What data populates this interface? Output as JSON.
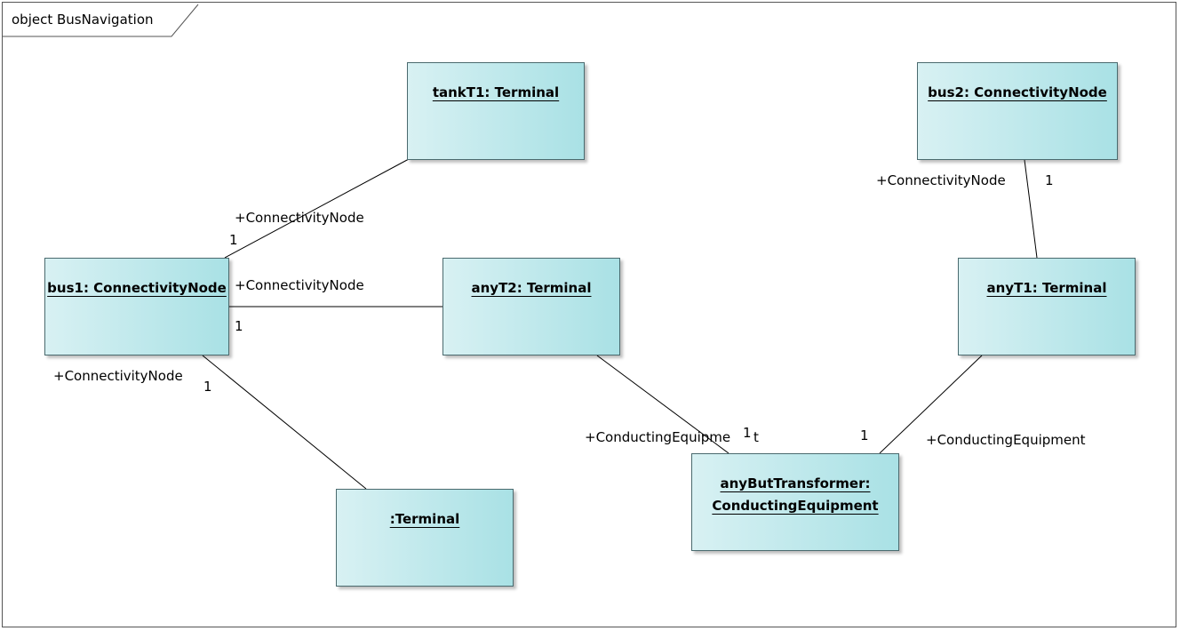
{
  "frame": {
    "title": "object BusNavigation"
  },
  "nodes": {
    "tankT1": {
      "title": "tankT1: Terminal"
    },
    "bus2": {
      "title": "bus2: ConnectivityNode"
    },
    "bus1": {
      "title": "bus1: ConnectivityNode"
    },
    "anyT2": {
      "title": "anyT2: Terminal"
    },
    "anyT1": {
      "title": "anyT1: Terminal"
    },
    "terminal": {
      "title": ":Terminal"
    },
    "anyBut": {
      "title_line1": "anyButTransformer:",
      "title_line2": "ConductingEquipment"
    }
  },
  "labels": {
    "tank_role": "+ConnectivityNode",
    "tank_mult": "1",
    "bus2_role": "+ConnectivityNode",
    "bus2_mult": "1",
    "anyT2_role": "+ConnectivityNode",
    "anyT2_mult": "1",
    "term_role": "+ConnectivityNode",
    "term_mult": "1",
    "ce_left_role": "+ConductingEquipme",
    "ce_left_mult": "1",
    "ce_left_tail": "t",
    "ce_right_mult": "1",
    "ce_right_role": "+ConductingEquipment"
  },
  "colors": {
    "box_fill_light": "#d8f1f3",
    "box_fill_dark": "#a9e1e5",
    "line": "#000000"
  }
}
